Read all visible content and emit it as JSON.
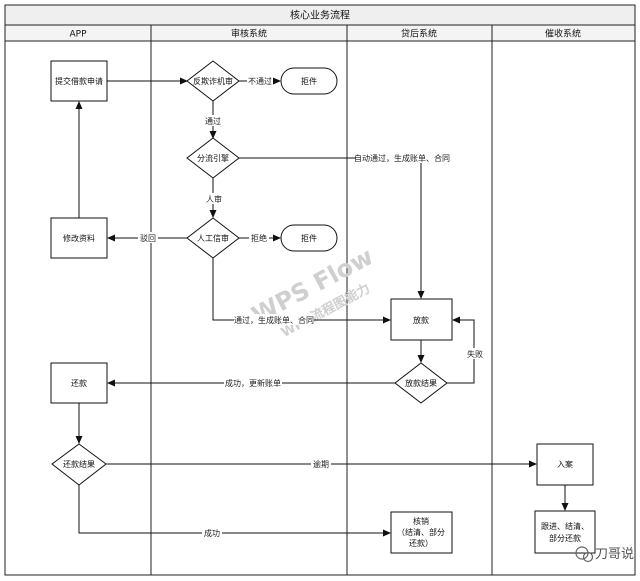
{
  "title": "核心业务流程",
  "lanes": [
    "APP",
    "审核系统",
    "贷后系统",
    "催收系统"
  ],
  "nodes": {
    "submit": "提交借款申请",
    "antifraud": "反欺诈机审",
    "reject1": "拒件",
    "router": "分流引擎",
    "manual": "人工信审",
    "reject2": "拒件",
    "modify": "修改资料",
    "loan": "放款",
    "loan_result": "放款结果",
    "repay": "还款",
    "repay_result": "还款结果",
    "collection": "入案",
    "writeoff_1": "核销",
    "writeoff_2": "（结清、部分",
    "writeoff_3": "还款）",
    "track_1": "跟进、结清、",
    "track_2": "部分还款"
  },
  "edges": {
    "not_pass": "不通过",
    "pass": "通过",
    "auto_pass": "自动通过，生成账单、合同",
    "manual_review": "人审",
    "reject": "拒绝",
    "return": "驳回",
    "pass_bill": "通过，生成账单、合同",
    "fail": "失败",
    "success_bill": "成功，更新账单",
    "overdue": "逾期",
    "success": "成功"
  },
  "watermark": {
    "line1": "WPS Flow",
    "line2": "WPS流程图能力"
  },
  "credit": "刀哥说"
}
